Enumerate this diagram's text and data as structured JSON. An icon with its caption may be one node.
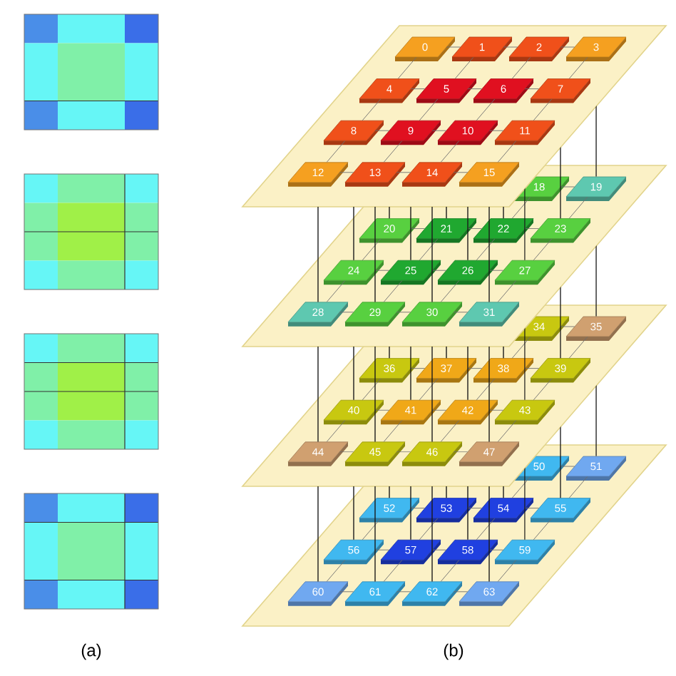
{
  "diagram": {
    "nodes": [
      {
        "text": [
          "0"
        ]
      },
      {
        "text": [
          "1"
        ]
      },
      {
        "text": [
          "2"
        ]
      },
      {
        "text": [
          "3"
        ]
      },
      {
        "text": [
          "4"
        ]
      },
      {
        "text": [
          "5"
        ]
      },
      {
        "text": [
          "6"
        ]
      },
      {
        "text": [
          "7"
        ]
      },
      {
        "text": [
          "8"
        ]
      },
      {
        "text": [
          "9"
        ]
      },
      {
        "text": [
          "10"
        ]
      },
      {
        "text": [
          "11"
        ]
      },
      {
        "text": [
          "12"
        ]
      },
      {
        "text": [
          "13"
        ]
      },
      {
        "text": [
          "14"
        ]
      },
      {
        "text": [
          "15"
        ]
      },
      {
        "text": [
          "18"
        ]
      },
      {
        "text": [
          "19"
        ]
      },
      {
        "text": [
          "20"
        ]
      },
      {
        "text": [
          "21"
        ]
      },
      {
        "text": [
          "22"
        ]
      },
      {
        "text": [
          "23"
        ]
      },
      {
        "text": [
          "24"
        ]
      },
      {
        "text": [
          "25"
        ]
      },
      {
        "text": [
          "26"
        ]
      },
      {
        "text": [
          "27"
        ]
      },
      {
        "text": [
          "28"
        ]
      },
      {
        "text": [
          "29"
        ]
      },
      {
        "text": [
          "30"
        ]
      },
      {
        "text": [
          "31"
        ]
      },
      {
        "text": [
          "34"
        ]
      },
      {
        "text": [
          "35"
        ]
      },
      {
        "text": [
          "36"
        ]
      },
      {
        "text": [
          "37"
        ]
      },
      {
        "text": [
          "38"
        ]
      },
      {
        "text": [
          "39"
        ]
      },
      {
        "text": [
          "40"
        ]
      },
      {
        "text": [
          "41"
        ]
      },
      {
        "text": [
          "42"
        ]
      },
      {
        "text": [
          "43"
        ]
      },
      {
        "text": [
          "44"
        ]
      },
      {
        "text": [
          "45"
        ]
      },
      {
        "text": [
          "46"
        ]
      },
      {
        "text": [
          "47"
        ]
      },
      {
        "text": [
          "50"
        ]
      },
      {
        "text": [
          "51"
        ]
      },
      {
        "text": [
          "52"
        ]
      },
      {
        "text": [
          "53"
        ]
      },
      {
        "text": [
          "54"
        ]
      },
      {
        "text": [
          "55"
        ]
      },
      {
        "text": [
          "56"
        ]
      },
      {
        "text": [
          "57"
        ]
      },
      {
        "text": [
          "58"
        ]
      },
      {
        "text": [
          "59"
        ]
      },
      {
        "text": [
          "60"
        ]
      },
      {
        "text": [
          "61"
        ]
      },
      {
        "text": [
          "62"
        ]
      },
      {
        "text": [
          "63"
        ]
      }
    ],
    "edges": [
      {
        "from": 0,
        "to": 1,
        "arrow": "none"
      },
      {
        "from": 1,
        "to": 2,
        "arrow": "none"
      },
      {
        "from": 2,
        "to": 3,
        "arrow": "none"
      },
      {
        "from": 4,
        "to": 5,
        "arrow": "none"
      },
      {
        "from": 5,
        "to": 6,
        "arrow": "none"
      },
      {
        "from": 6,
        "to": 7,
        "arrow": "none"
      },
      {
        "from": 8,
        "to": 9,
        "arrow": "none"
      },
      {
        "from": 9,
        "to": 10,
        "arrow": "none"
      },
      {
        "from": 10,
        "to": 11,
        "arrow": "none"
      },
      {
        "from": 12,
        "to": 13,
        "arrow": "none"
      },
      {
        "from": 13,
        "to": 14,
        "arrow": "none"
      },
      {
        "from": 14,
        "to": 15,
        "arrow": "none"
      },
      {
        "from": 0,
        "to": 4,
        "arrow": "none"
      },
      {
        "from": 1,
        "to": 5,
        "arrow": "none"
      },
      {
        "from": 2,
        "to": 6,
        "arrow": "none"
      },
      {
        "from": 3,
        "to": 7,
        "arrow": "none"
      },
      {
        "from": 4,
        "to": 8,
        "arrow": "none"
      },
      {
        "from": 5,
        "to": 9,
        "arrow": "none"
      },
      {
        "from": 6,
        "to": 10,
        "arrow": "none"
      },
      {
        "from": 7,
        "to": 11,
        "arrow": "none"
      },
      {
        "from": 8,
        "to": 12,
        "arrow": "none"
      },
      {
        "from": 9,
        "to": 13,
        "arrow": "none"
      },
      {
        "from": 10,
        "to": 14,
        "arrow": "none"
      },
      {
        "from": 11,
        "to": 15,
        "arrow": "none"
      },
      {
        "from": 16,
        "to": 17,
        "arrow": "none"
      },
      {
        "from": 18,
        "to": 19,
        "arrow": "none"
      },
      {
        "from": 19,
        "to": 20,
        "arrow": "none"
      },
      {
        "from": 20,
        "to": 21,
        "arrow": "none"
      },
      {
        "from": 22,
        "to": 23,
        "arrow": "none"
      },
      {
        "from": 23,
        "to": 24,
        "arrow": "none"
      },
      {
        "from": 24,
        "to": 25,
        "arrow": "none"
      },
      {
        "from": 26,
        "to": 27,
        "arrow": "none"
      },
      {
        "from": 27,
        "to": 28,
        "arrow": "none"
      },
      {
        "from": 28,
        "to": 29,
        "arrow": "none"
      },
      {
        "from": 16,
        "to": 20,
        "arrow": "none"
      },
      {
        "from": 17,
        "to": 21,
        "arrow": "none"
      },
      {
        "from": 18,
        "to": 22,
        "arrow": "none"
      },
      {
        "from": 19,
        "to": 23,
        "arrow": "none"
      },
      {
        "from": 20,
        "to": 24,
        "arrow": "none"
      },
      {
        "from": 21,
        "to": 25,
        "arrow": "none"
      },
      {
        "from": 22,
        "to": 26,
        "arrow": "none"
      },
      {
        "from": 23,
        "to": 27,
        "arrow": "none"
      },
      {
        "from": 24,
        "to": 28,
        "arrow": "none"
      },
      {
        "from": 25,
        "to": 29,
        "arrow": "none"
      },
      {
        "from": 30,
        "to": 31,
        "arrow": "none"
      },
      {
        "from": 32,
        "to": 33,
        "arrow": "none"
      },
      {
        "from": 33,
        "to": 34,
        "arrow": "none"
      },
      {
        "from": 34,
        "to": 35,
        "arrow": "none"
      },
      {
        "from": 36,
        "to": 37,
        "arrow": "none"
      },
      {
        "from": 37,
        "to": 38,
        "arrow": "none"
      },
      {
        "from": 38,
        "to": 39,
        "arrow": "none"
      },
      {
        "from": 40,
        "to": 41,
        "arrow": "none"
      },
      {
        "from": 41,
        "to": 42,
        "arrow": "none"
      },
      {
        "from": 42,
        "to": 43,
        "arrow": "none"
      },
      {
        "from": 30,
        "to": 34,
        "arrow": "none"
      },
      {
        "from": 31,
        "to": 35,
        "arrow": "none"
      },
      {
        "from": 32,
        "to": 36,
        "arrow": "none"
      },
      {
        "from": 33,
        "to": 37,
        "arrow": "none"
      },
      {
        "from": 34,
        "to": 38,
        "arrow": "none"
      },
      {
        "from": 35,
        "to": 39,
        "arrow": "none"
      },
      {
        "from": 36,
        "to": 40,
        "arrow": "none"
      },
      {
        "from": 37,
        "to": 41,
        "arrow": "none"
      },
      {
        "from": 38,
        "to": 42,
        "arrow": "none"
      },
      {
        "from": 39,
        "to": 43,
        "arrow": "none"
      },
      {
        "from": 44,
        "to": 45,
        "arrow": "none"
      },
      {
        "from": 46,
        "to": 47,
        "arrow": "none"
      },
      {
        "from": 47,
        "to": 48,
        "arrow": "none"
      },
      {
        "from": 48,
        "to": 49,
        "arrow": "none"
      },
      {
        "from": 50,
        "to": 51,
        "arrow": "none"
      },
      {
        "from": 51,
        "to": 52,
        "arrow": "none"
      },
      {
        "from": 52,
        "to": 53,
        "arrow": "none"
      },
      {
        "from": 54,
        "to": 55,
        "arrow": "none"
      },
      {
        "from": 55,
        "to": 56,
        "arrow": "none"
      },
      {
        "from": 56,
        "to": 57,
        "arrow": "none"
      },
      {
        "from": 44,
        "to": 48,
        "arrow": "none"
      },
      {
        "from": 45,
        "to": 49,
        "arrow": "none"
      },
      {
        "from": 46,
        "to": 50,
        "arrow": "none"
      },
      {
        "from": 47,
        "to": 51,
        "arrow": "none"
      },
      {
        "from": 48,
        "to": 52,
        "arrow": "none"
      },
      {
        "from": 49,
        "to": 53,
        "arrow": "none"
      },
      {
        "from": 50,
        "to": 54,
        "arrow": "none"
      },
      {
        "from": 51,
        "to": 55,
        "arrow": "none"
      },
      {
        "from": 52,
        "to": 56,
        "arrow": "none"
      },
      {
        "from": 53,
        "to": 57,
        "arrow": "none"
      },
      {
        "from": 3,
        "to": 17,
        "arrow": "none",
        "color": "#1a1a1a"
      },
      {
        "from": 4,
        "to": 18,
        "arrow": "none",
        "color": "#1a1a1a"
      },
      {
        "from": 5,
        "to": 19,
        "arrow": "none",
        "color": "#1a1a1a"
      },
      {
        "from": 6,
        "to": 20,
        "arrow": "none",
        "color": "#1a1a1a"
      },
      {
        "from": 7,
        "to": 21,
        "arrow": "none",
        "color": "#1a1a1a"
      },
      {
        "from": 8,
        "to": 22,
        "arrow": "none",
        "color": "#1a1a1a"
      },
      {
        "from": 9,
        "to": 23,
        "arrow": "none",
        "color": "#1a1a1a"
      },
      {
        "from": 10,
        "to": 24,
        "arrow": "none",
        "color": "#1a1a1a"
      },
      {
        "from": 11,
        "to": 25,
        "arrow": "none",
        "color": "#1a1a1a"
      },
      {
        "from": 12,
        "to": 26,
        "arrow": "none",
        "color": "#1a1a1a"
      },
      {
        "from": 13,
        "to": 27,
        "arrow": "none",
        "color": "#1a1a1a"
      },
      {
        "from": 14,
        "to": 28,
        "arrow": "none",
        "color": "#1a1a1a"
      },
      {
        "from": 15,
        "to": 29,
        "arrow": "none",
        "color": "#1a1a1a"
      },
      {
        "from": 17,
        "to": 31,
        "arrow": "none",
        "color": "#1a1a1a"
      },
      {
        "from": 18,
        "to": 32,
        "arrow": "none",
        "color": "#1a1a1a"
      },
      {
        "from": 19,
        "to": 33,
        "arrow": "none",
        "color": "#1a1a1a"
      },
      {
        "from": 20,
        "to": 34,
        "arrow": "none",
        "color": "#1a1a1a"
      },
      {
        "from": 21,
        "to": 35,
        "arrow": "none",
        "color": "#1a1a1a"
      },
      {
        "from": 22,
        "to": 36,
        "arrow": "none",
        "color": "#1a1a1a"
      },
      {
        "from": 23,
        "to": 37,
        "arrow": "none",
        "color": "#1a1a1a"
      },
      {
        "from": 24,
        "to": 38,
        "arrow": "none",
        "color": "#1a1a1a"
      },
      {
        "from": 25,
        "to": 39,
        "arrow": "none",
        "color": "#1a1a1a"
      },
      {
        "from": 26,
        "to": 40,
        "arrow": "none",
        "color": "#1a1a1a"
      },
      {
        "from": 27,
        "to": 41,
        "arrow": "none",
        "color": "#1a1a1a"
      },
      {
        "from": 28,
        "to": 42,
        "arrow": "none",
        "color": "#1a1a1a"
      },
      {
        "from": 29,
        "to": 43,
        "arrow": "none",
        "color": "#1a1a1a"
      },
      {
        "from": 31,
        "to": 45,
        "arrow": "none",
        "color": "#1a1a1a"
      },
      {
        "from": 32,
        "to": 46,
        "arrow": "none",
        "color": "#1a1a1a"
      },
      {
        "from": 33,
        "to": 47,
        "arrow": "none",
        "color": "#1a1a1a"
      },
      {
        "from": 34,
        "to": 48,
        "arrow": "none",
        "color": "#1a1a1a"
      },
      {
        "from": 35,
        "to": 49,
        "arrow": "none",
        "color": "#1a1a1a"
      },
      {
        "from": 36,
        "to": 50,
        "arrow": "none",
        "color": "#1a1a1a"
      },
      {
        "from": 37,
        "to": 51,
        "arrow": "none",
        "color": "#1a1a1a"
      },
      {
        "from": 38,
        "to": 52,
        "arrow": "none",
        "color": "#1a1a1a"
      },
      {
        "from": 39,
        "to": 53,
        "arrow": "none",
        "color": "#1a1a1a"
      },
      {
        "from": 40,
        "to": 54,
        "arrow": "none",
        "color": "#1a1a1a"
      },
      {
        "from": 41,
        "to": 55,
        "arrow": "none",
        "color": "#1a1a1a"
      },
      {
        "from": 42,
        "to": 56,
        "arrow": "none",
        "color": "#1a1a1a"
      },
      {
        "from": 43,
        "to": 57,
        "arrow": "none",
        "color": "#1a1a1a"
      }
    ],
    "labels": [
      "(a)",
      "(b)"
    ]
  }
}
